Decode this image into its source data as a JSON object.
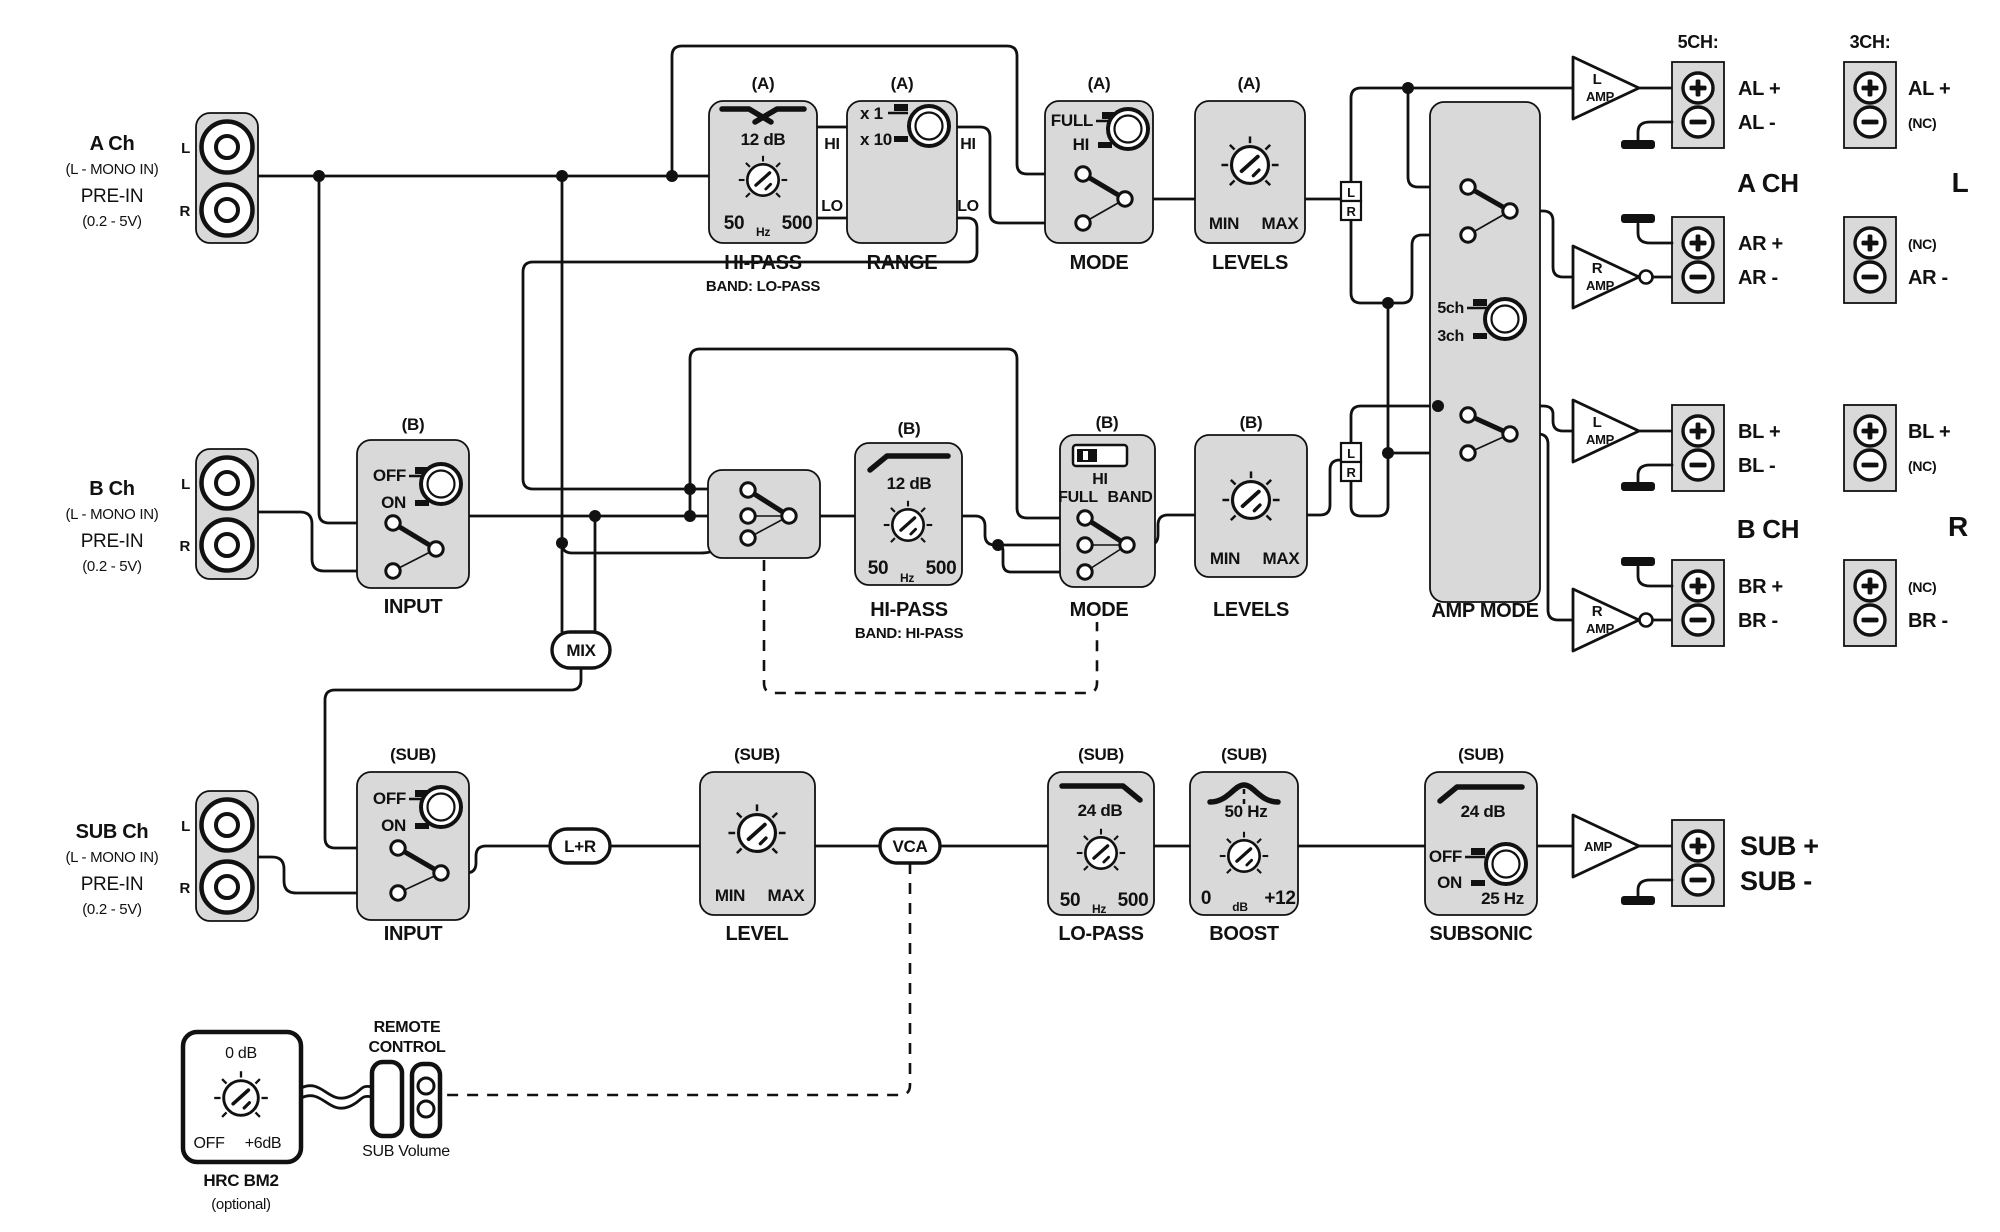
{
  "channels": {
    "a": {
      "title": "A Ch",
      "mono": "(L - MONO IN)",
      "pre": "PRE-IN",
      "volt": "(0.2 - 5V)",
      "l": "L",
      "r": "R"
    },
    "b": {
      "title": "B Ch",
      "mono": "(L - MONO IN)",
      "pre": "PRE-IN",
      "volt": "(0.2 - 5V)",
      "l": "L",
      "r": "R"
    },
    "sub": {
      "title": "SUB Ch",
      "mono": "(L - MONO IN)",
      "pre": "PRE-IN",
      "volt": "(0.2 - 5V)",
      "l": "L",
      "r": "R"
    }
  },
  "blocks": {
    "hipass_a": {
      "tag": "(A)",
      "slope": "12 dB",
      "fmin": "50",
      "funit": "Hz",
      "fmax": "500",
      "label": "HI-PASS",
      "sublabel": "BAND: LO-PASS",
      "hi": "HI",
      "lo": "LO"
    },
    "range_a": {
      "tag": "(A)",
      "x1": "x 1",
      "x10": "x 10",
      "label": "RANGE",
      "hi": "HI",
      "lo": "LO"
    },
    "mode_a": {
      "tag": "(A)",
      "full": "FULL",
      "hi": "HI",
      "label": "MODE"
    },
    "levels_a": {
      "tag": "(A)",
      "min": "MIN",
      "max": "MAX",
      "label": "LEVELS"
    },
    "input_b": {
      "tag": "(B)",
      "off": "OFF",
      "on": "ON",
      "label": "INPUT"
    },
    "hipass_b": {
      "tag": "(B)",
      "slope": "12 dB",
      "fmin": "50",
      "funit": "Hz",
      "fmax": "500",
      "label": "HI-PASS",
      "sublabel": "BAND: HI-PASS"
    },
    "mode_b": {
      "tag": "(B)",
      "hi": "HI",
      "full": "FULL",
      "band": "BAND",
      "label": "MODE"
    },
    "levels_b": {
      "tag": "(B)",
      "min": "MIN",
      "max": "MAX",
      "label": "LEVELS"
    },
    "amp_mode": {
      "ch5": "5ch",
      "ch3": "3ch",
      "label": "AMP MODE"
    },
    "input_sub": {
      "tag": "(SUB)",
      "off": "OFF",
      "on": "ON",
      "label": "INPUT"
    },
    "level_sub": {
      "tag": "(SUB)",
      "min": "MIN",
      "max": "MAX",
      "label": "LEVEL"
    },
    "lopass_sub": {
      "tag": "(SUB)",
      "slope": "24 dB",
      "fmin": "50",
      "funit": "Hz",
      "fmax": "500",
      "label": "LO-PASS"
    },
    "boost_sub": {
      "tag": "(SUB)",
      "freq": "50 Hz",
      "gmin": "0",
      "gunit": "dB",
      "gmax": "+12",
      "label": "BOOST"
    },
    "subsonic_sub": {
      "tag": "(SUB)",
      "slope": "24 dB",
      "off": "OFF",
      "on": "ON",
      "freq": "25 Hz",
      "label": "SUBSONIC"
    }
  },
  "pills": {
    "mix": "MIX",
    "lr": "L+R",
    "vca": "VCA"
  },
  "splitters": {
    "l": "L",
    "r": "R"
  },
  "amps": {
    "l": "L",
    "r": "R",
    "amp": "AMP"
  },
  "outputs": {
    "header5": "5CH:",
    "header3": "3CH:",
    "ach": "A CH",
    "bch": "B CH",
    "big_l": "L",
    "big_r": "R",
    "al_p": "AL +",
    "al_m": "AL -",
    "ar_p": "AR +",
    "ar_m": "AR -",
    "bl_p": "BL +",
    "bl_m": "BL -",
    "br_p": "BR +",
    "br_m": "BR -",
    "sub_p": "SUB +",
    "sub_m": "SUB -",
    "nc": "(NC)",
    "al_p3": "AL +",
    "ar_m3": "AR -",
    "bl_p3": "BL +",
    "br_m3": "BR -"
  },
  "remote": {
    "db0": "0 dB",
    "off": "OFF",
    "p6": "+6dB",
    "name": "HRC BM2",
    "opt": "(optional)",
    "rc1": "REMOTE",
    "rc2": "CONTROL",
    "subvol": "SUB Volume"
  }
}
